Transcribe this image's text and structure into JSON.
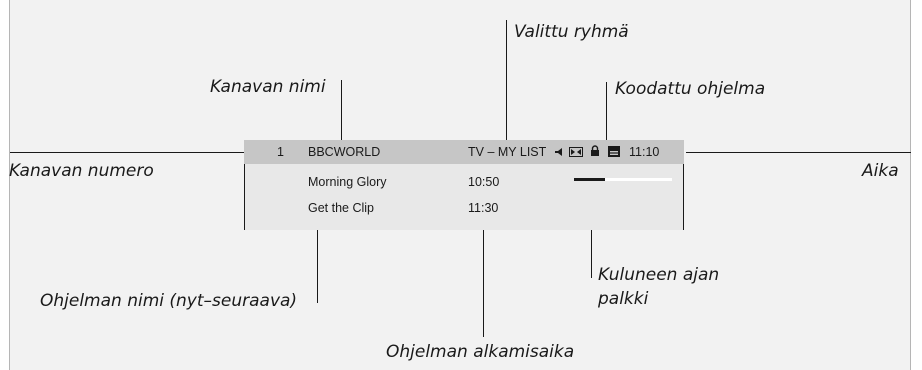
{
  "labels": {
    "selected_group": "Valittu ryhmä",
    "channel_name": "Kanavan nimi",
    "encrypted_program": "Koodattu ohjelma",
    "channel_number": "Kanavan numero",
    "time": "Aika",
    "elapsed_time_bar_line1": "Kuluneen ajan",
    "elapsed_time_bar_line2": "palkki",
    "program_name": "Ohjelman nimi (nyt–seuraava)",
    "program_start_time": "Ohjelman alkamisaika"
  },
  "osd": {
    "channel_number": "1",
    "channel_name": "BBCWORLD",
    "group": "TV – MY LIST",
    "clock": "11:10",
    "icons": [
      "speaker-icon",
      "stereo-icon",
      "lock-icon",
      "subtitle-icon"
    ],
    "now_title": "Morning Glory",
    "now_start": "10:50",
    "next_title": "Get the Clip",
    "next_start": "11:30",
    "progress_elapsed_fraction": 0.32
  }
}
